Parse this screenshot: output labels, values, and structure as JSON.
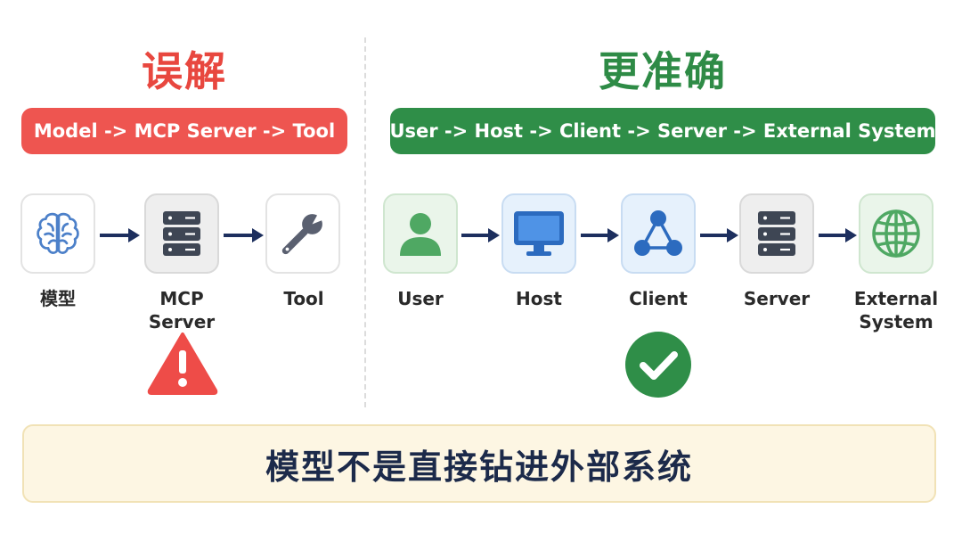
{
  "misconception": {
    "heading": "误解",
    "flow_text": "Model -> MCP Server -> Tool",
    "nodes": [
      {
        "label": "模型",
        "icon": "brain-icon"
      },
      {
        "label": "MCP Server",
        "icon": "server-icon"
      },
      {
        "label": "Tool",
        "icon": "wrench-icon"
      }
    ],
    "status_icon": "warning-triangle-icon"
  },
  "accurate": {
    "heading": "更准确",
    "flow_text": "User -> Host -> Client -> Server -> External System",
    "nodes": [
      {
        "label": "User",
        "icon": "user-icon"
      },
      {
        "label": "Host",
        "icon": "monitor-icon"
      },
      {
        "label": "Client",
        "icon": "network-icon"
      },
      {
        "label": "Server",
        "icon": "server-icon"
      },
      {
        "label": "External\nSystem",
        "icon": "globe-icon"
      }
    ],
    "status_icon": "checkmark-circle-icon"
  },
  "banner": {
    "text": "模型不是直接钻进外部系统"
  },
  "colors": {
    "error_red": "#ee5550",
    "success_green": "#2f8e48",
    "arrow_navy": "#1d2f5e",
    "banner_bg": "#fdf6e3"
  }
}
